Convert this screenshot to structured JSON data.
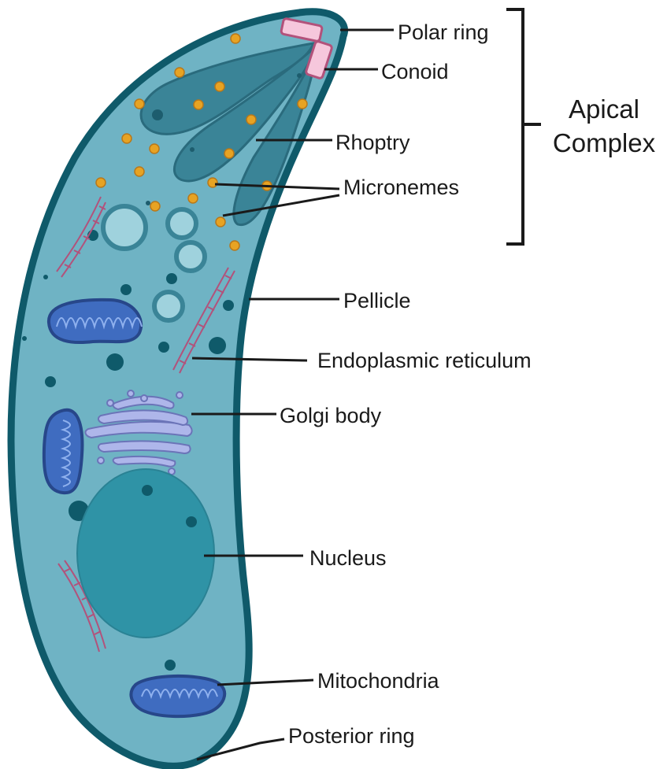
{
  "labels": {
    "polar_ring": "Polar ring",
    "conoid": "Conoid",
    "rhoptry": "Rhoptry",
    "micronemes": "Micronemes",
    "pellicle": "Pellicle",
    "er": "Endoplasmic reticulum",
    "golgi": "Golgi body",
    "nucleus": "Nucleus",
    "mitochondria": "Mitochondria",
    "posterior_ring": "Posterior ring"
  },
  "group": {
    "line1": "Apical",
    "line2": "Complex"
  },
  "colors": {
    "pellicle": "#0f5a6a",
    "cytoplasm": "#6fb3c4",
    "rhoptry": "#3a8497",
    "nucleus": "#2f93a6",
    "vesicle": "#9fd2dd",
    "microneme": "#e7a323",
    "mitochondria": "#3f6cc0",
    "golgi": "#aeb6ea",
    "er": "#b2527b",
    "ring": "#f6c7dc"
  }
}
